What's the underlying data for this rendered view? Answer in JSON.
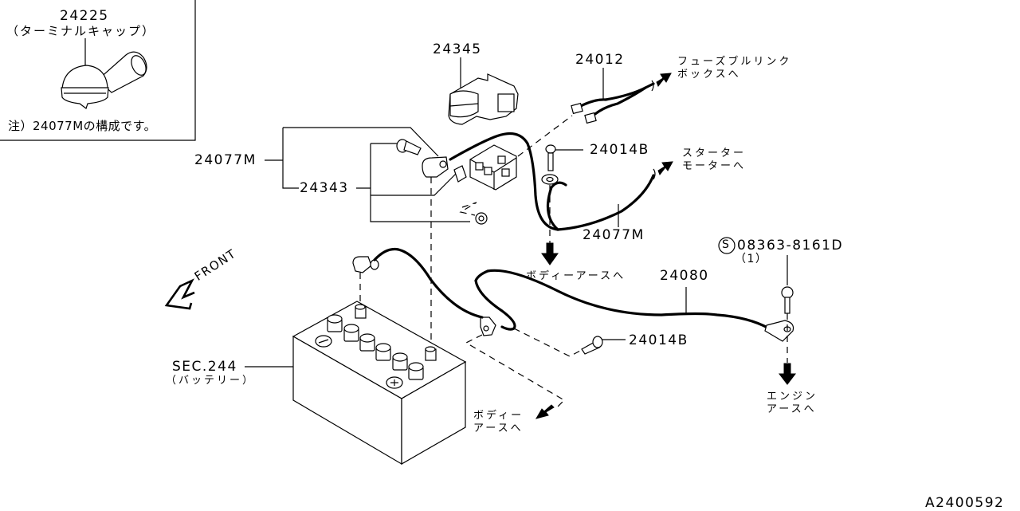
{
  "inset": {
    "part_number": "24225",
    "part_name": "（ターミナルキャップ）",
    "note": "注）24077Mの構成です。"
  },
  "labels": {
    "p24345": "24345",
    "p24012": "24012",
    "fusible_link_dest_1": "フューズブルリンク",
    "fusible_link_dest_2": "ボックスへ",
    "p24077M_left": "24077M",
    "p24343": "24343",
    "p24014B_top": "24014B",
    "starter_dest_1": "スターター",
    "starter_dest_2": "モーターへ",
    "p24077M_right": "24077M",
    "body_earth_upper": "ボディーアースへ",
    "p24080": "24080",
    "bolt_part": "08363-8161D",
    "bolt_qty": "（1）",
    "standard_part_symbol": "S",
    "front": "FRONT",
    "battery_section": "SEC.244",
    "battery_name": "（バッテリー）",
    "p24014B_bottom": "24014B",
    "engine_earth_1": "エンジン",
    "engine_earth_2": "アースへ",
    "body_earth_lower_1": "ボディー",
    "body_earth_lower_2": "アースへ",
    "diagram_id": "A2400592"
  }
}
